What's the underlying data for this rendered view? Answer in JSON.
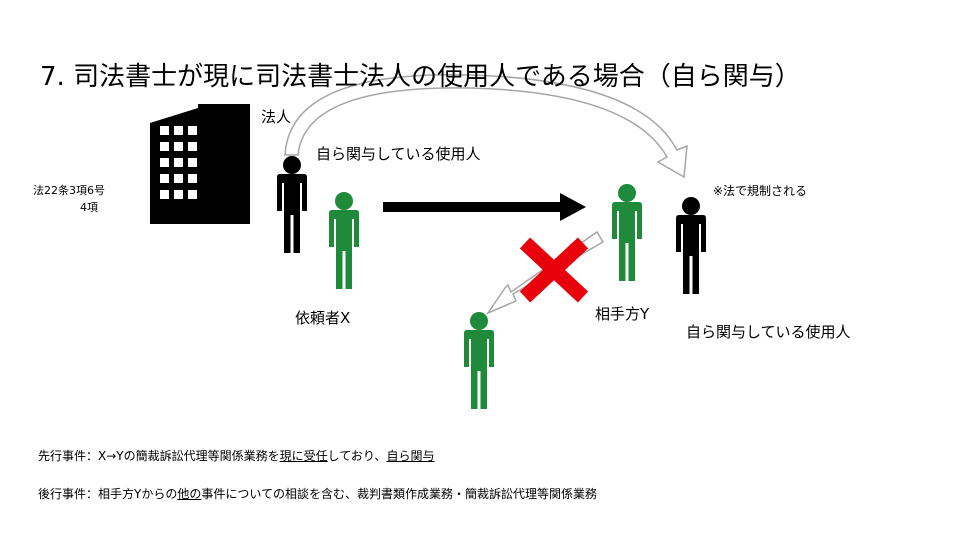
{
  "title": "7. 司法書士が現に司法書士法人の使用人である場合（自ら関与）",
  "labels": {
    "corporation": "法人",
    "involved_employee_left": "自ら関与している使用人",
    "law_ref_line1": "法22条3項6号",
    "law_ref_line2": "4項",
    "regulation_note": "※法で規制される",
    "client": "依頼者X",
    "opponent": "相手方Y",
    "involved_employee_right": "自ら関与している使用人"
  },
  "footer": {
    "prior": {
      "prefix": "先行事件：X→Yの簡裁訴訟代理等関係業務を",
      "u1": "現に受任",
      "mid": "しており、",
      "u2": "自ら関与"
    },
    "later": {
      "prefix": "後行事件：相手方Yからの",
      "u1": "他の",
      "rest": "事件についての相談を含む、裁判書類作成業務・簡裁訴訟代理等関係業務"
    }
  },
  "colors": {
    "green_person": "#1e8a3a",
    "black_person": "#000000",
    "cross": "#e8000b",
    "arrow_outline": "#a6a6a6"
  },
  "icons": [
    "building-icon",
    "person-icon",
    "cross-icon",
    "arrow-icon"
  ]
}
